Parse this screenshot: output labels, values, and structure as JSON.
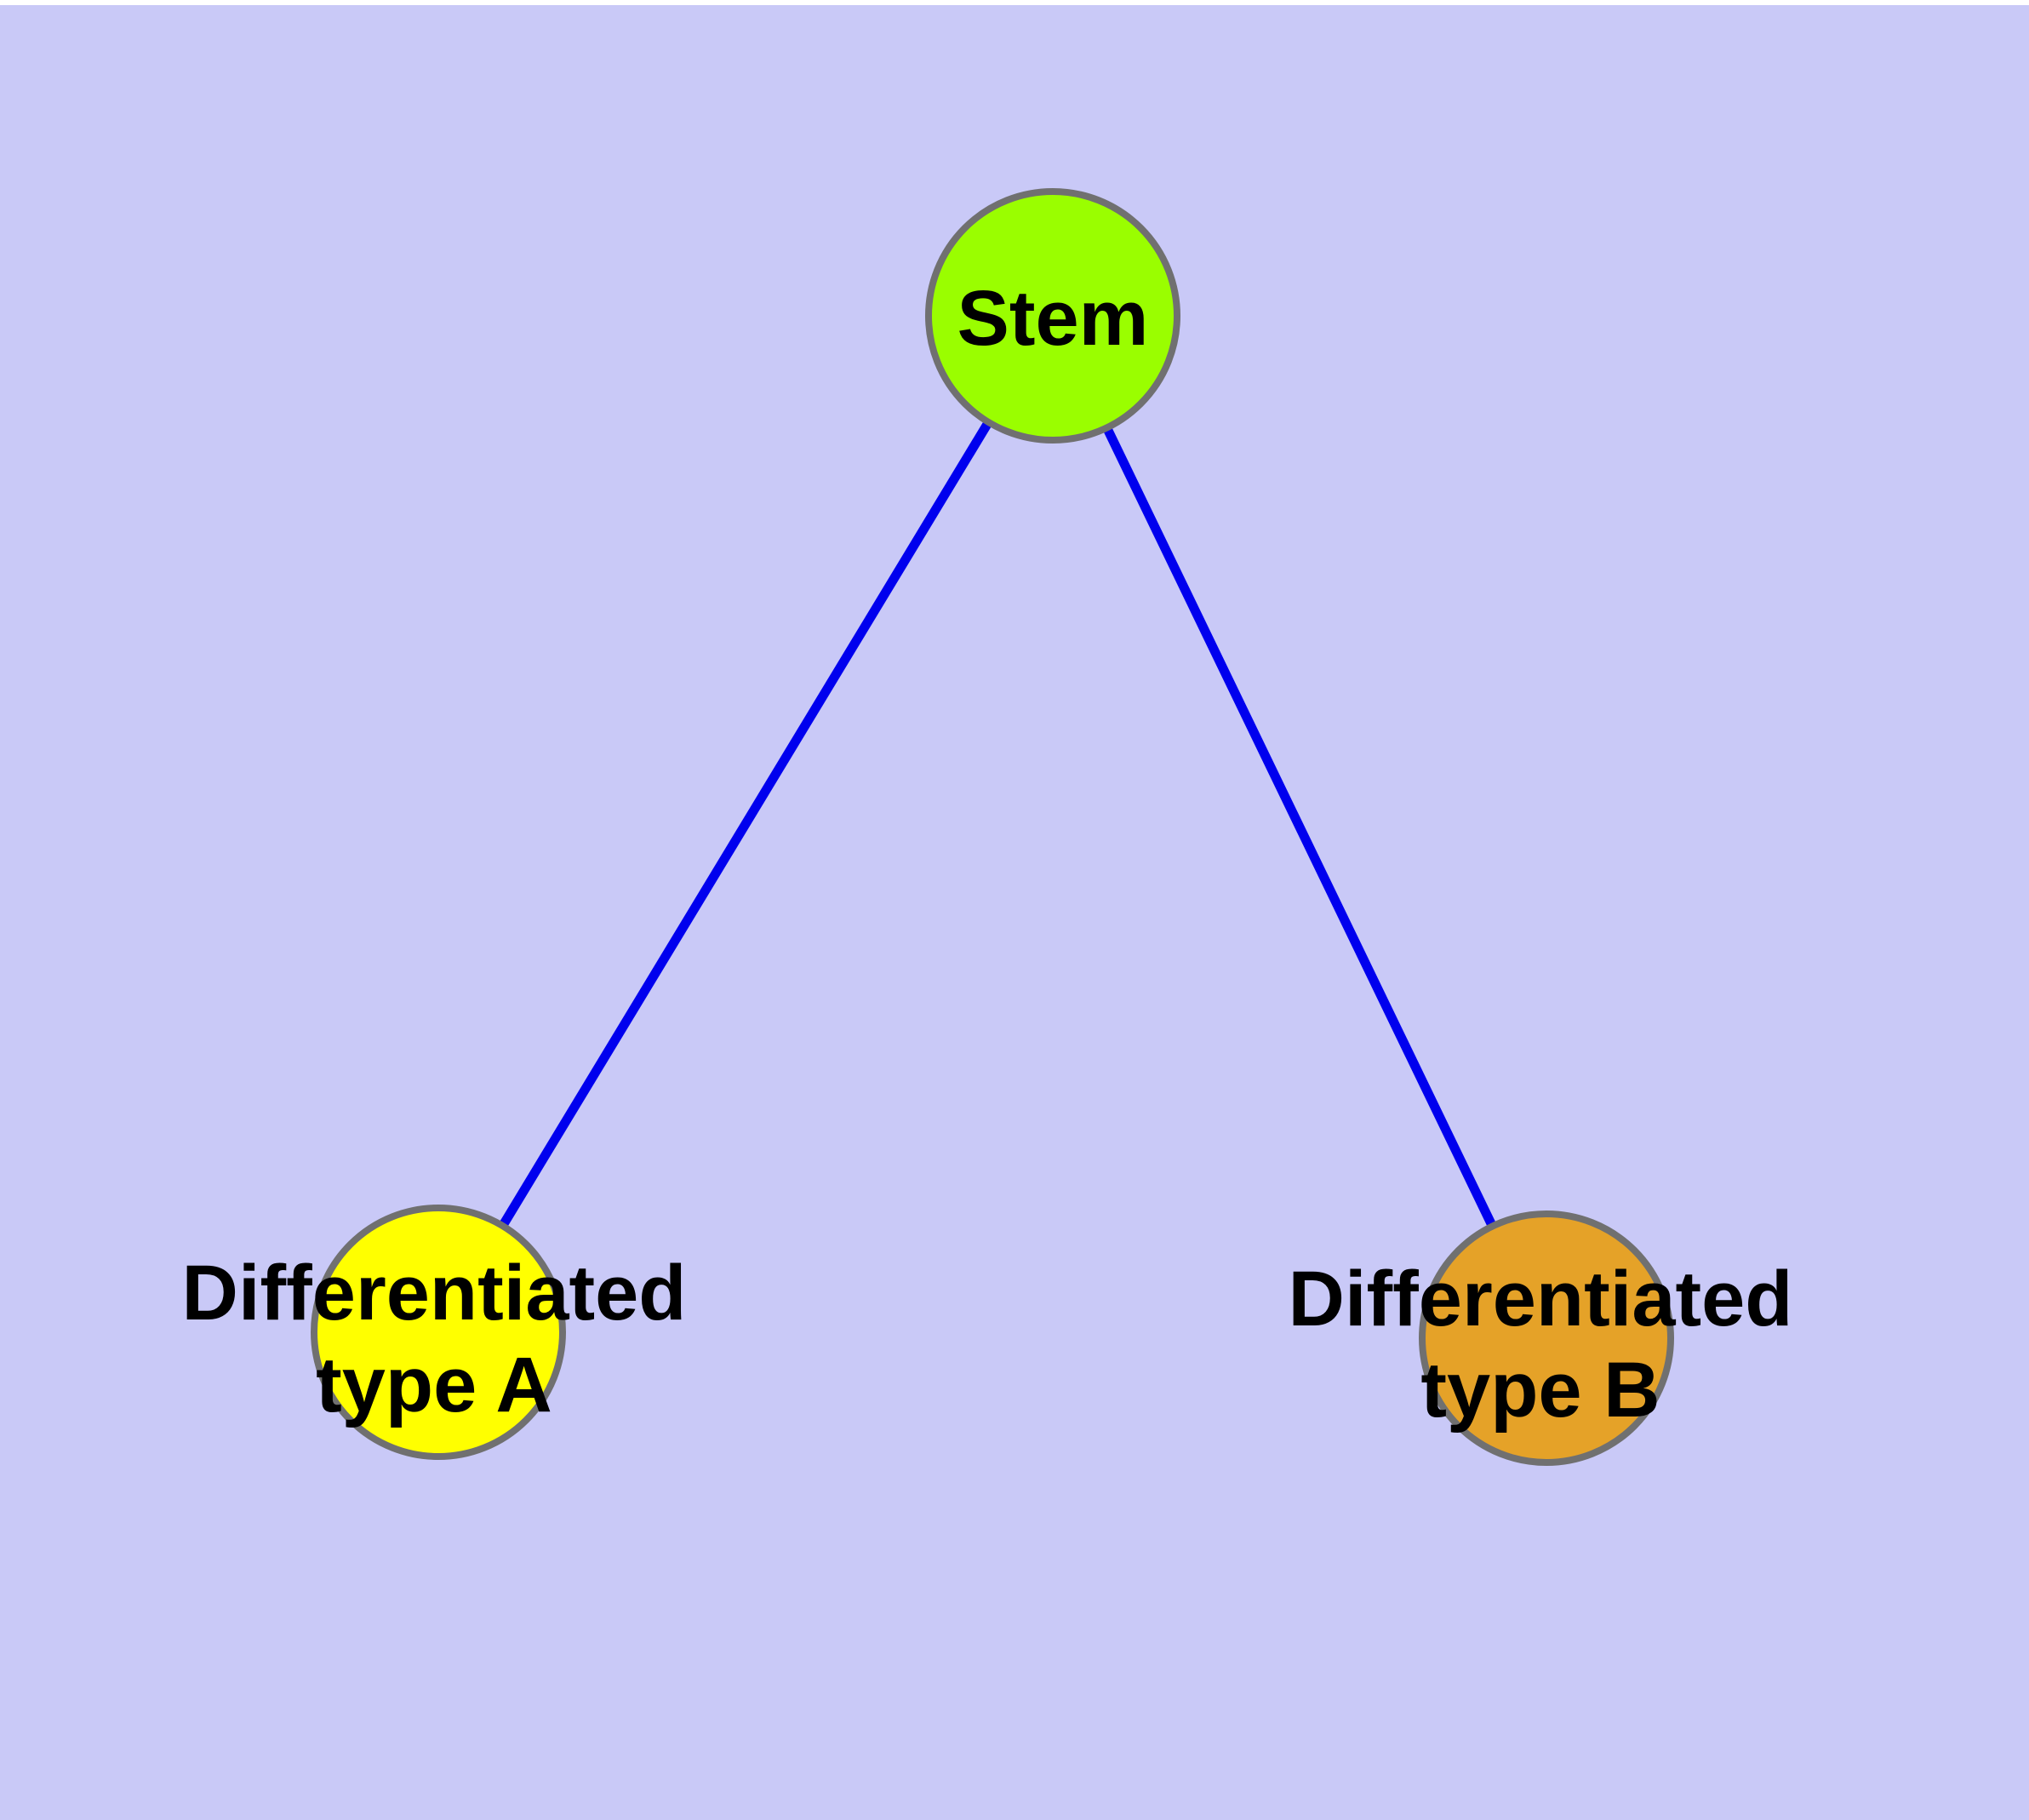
{
  "canvas": {
    "margin_color": "#ffffff",
    "background_color": "#c9c9f7"
  },
  "graph": {
    "style": {
      "node_border_color": "#707070",
      "node_border_width": 8,
      "edge_color": "#0000ee",
      "edge_width": 11,
      "label_color": "#000000"
    },
    "nodes": {
      "stem": {
        "label": "Stem",
        "fill": "#9afe00"
      },
      "type_a": {
        "label_line1": "Differentiated",
        "label_line2": "type A",
        "fill": "#ffff00"
      },
      "type_b": {
        "label_line1": "Differentiated",
        "label_line2": "type B",
        "fill": "#e5a228"
      }
    },
    "edges": [
      {
        "from": "Stem",
        "to": "Differentiated type A"
      },
      {
        "from": "Stem",
        "to": "Differentiated type B"
      }
    ]
  }
}
